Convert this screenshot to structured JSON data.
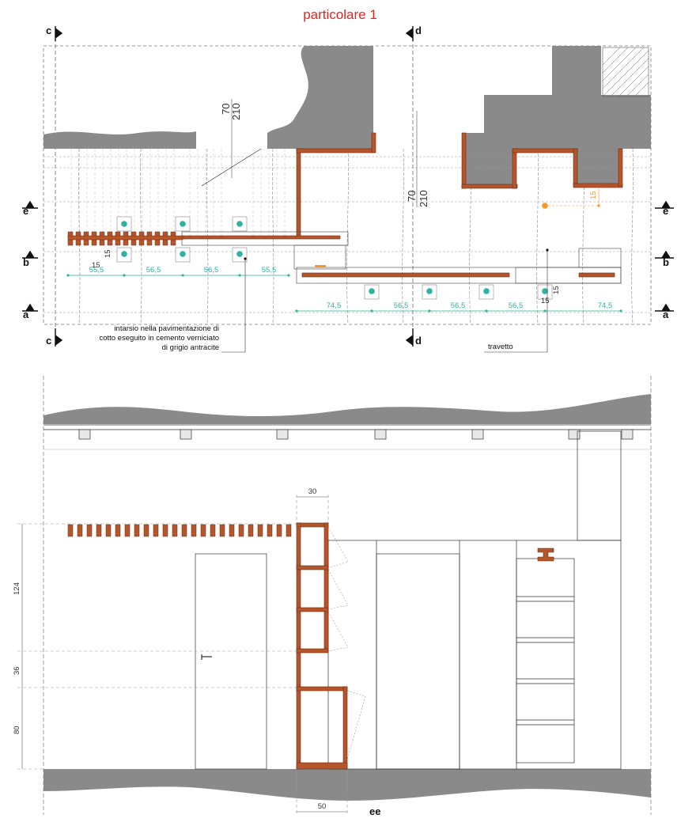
{
  "title": "particolare 1",
  "plan": {
    "section_marks": [
      "c",
      "d",
      "e",
      "b",
      "a"
    ],
    "door_label_left": [
      "70",
      "210"
    ],
    "door_label_mid": [
      "70",
      "210"
    ],
    "dims_row_b": [
      "55,5",
      "56,5",
      "56,5",
      "55,5"
    ],
    "dims_row_a": [
      "74,5",
      "56,5",
      "56,5",
      "56,5",
      "74,5"
    ],
    "small_dims": [
      "15",
      "15",
      "15",
      "15"
    ],
    "note_lines": [
      "intarsio nella pavimentazione di",
      "cotto eseguito in cemento verniciato",
      "di grigio antracite"
    ],
    "travetto_label": "travetto"
  },
  "elevation": {
    "width_top": "30",
    "heights": [
      "124",
      "36",
      "80"
    ],
    "width_bottom": "50",
    "section_label": "ee"
  },
  "colors": {
    "wood": "#b5552b",
    "teal": "#2db3a0",
    "orange": "#f39a26",
    "wall_gray": "#8a8a8a",
    "title_red": "#e8231f"
  }
}
